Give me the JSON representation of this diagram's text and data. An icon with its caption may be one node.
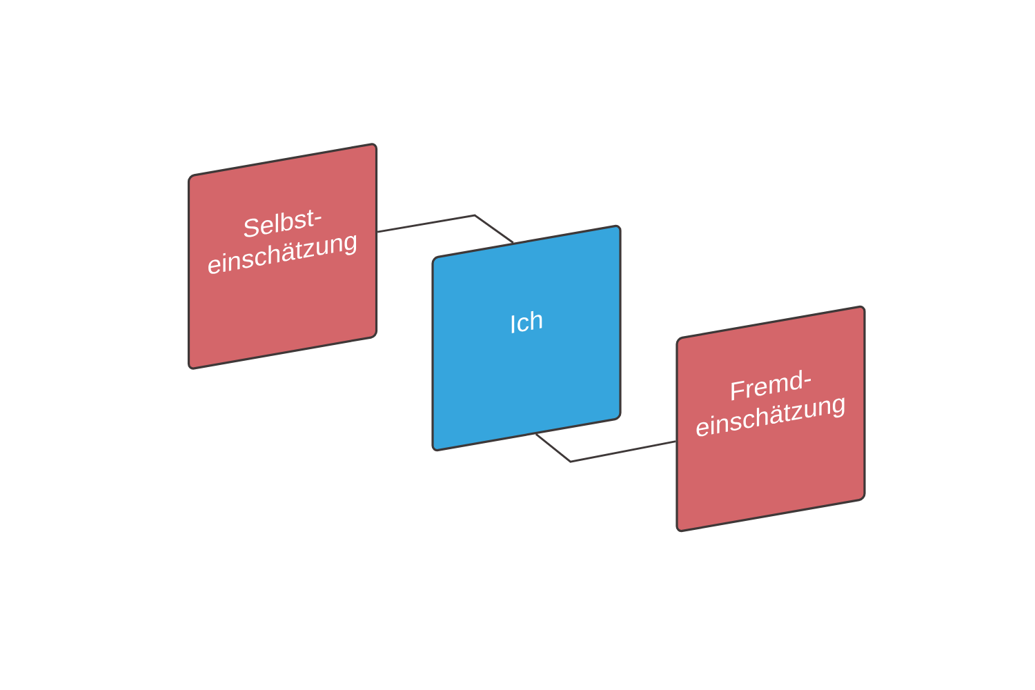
{
  "diagram": {
    "nodes": [
      {
        "text": [
          "Selbst- einschätzung"
        ]
      },
      {
        "text": [
          "Ich"
        ]
      },
      {
        "text": [
          "Fremd- einschätzung"
        ]
      }
    ],
    "edges": [
      {
        "from": 0,
        "to": 1,
        "arrow": "none"
      },
      {
        "from": 1,
        "to": 2,
        "arrow": "none"
      }
    ]
  }
}
